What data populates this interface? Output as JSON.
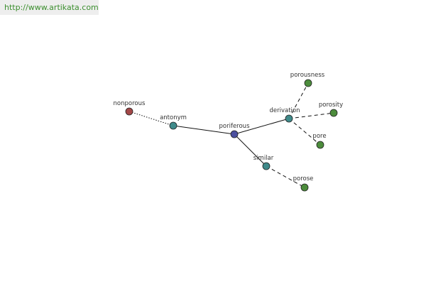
{
  "banner": {
    "url": "http://www.artikata.com"
  },
  "colors": {
    "root": "#4b4f9e",
    "relation": "#3f8a8a",
    "word": "#4c8c3c",
    "antonym_word": "#a34848",
    "banner_text": "#3c8f2f",
    "banner_bg": "#eeeeee"
  },
  "graph": {
    "nodes": [
      {
        "id": "poriferous",
        "label": "poriferous",
        "kind": "root"
      },
      {
        "id": "antonym",
        "label": "antonym",
        "kind": "relation"
      },
      {
        "id": "nonporous",
        "label": "nonporous",
        "kind": "antonym_word"
      },
      {
        "id": "derivation",
        "label": "derivation",
        "kind": "relation"
      },
      {
        "id": "porousness",
        "label": "porousness",
        "kind": "word"
      },
      {
        "id": "porosity",
        "label": "porosity",
        "kind": "word"
      },
      {
        "id": "pore",
        "label": "pore",
        "kind": "word"
      },
      {
        "id": "similar",
        "label": "similar",
        "kind": "relation"
      },
      {
        "id": "porose",
        "label": "porose",
        "kind": "word"
      }
    ],
    "edges": [
      {
        "from": "poriferous",
        "to": "antonym",
        "style": "solid"
      },
      {
        "from": "antonym",
        "to": "nonporous",
        "style": "dotted"
      },
      {
        "from": "poriferous",
        "to": "derivation",
        "style": "solid"
      },
      {
        "from": "derivation",
        "to": "porousness",
        "style": "dashed"
      },
      {
        "from": "derivation",
        "to": "porosity",
        "style": "dashed"
      },
      {
        "from": "derivation",
        "to": "pore",
        "style": "dashed"
      },
      {
        "from": "poriferous",
        "to": "similar",
        "style": "solid"
      },
      {
        "from": "similar",
        "to": "porose",
        "style": "dashed"
      }
    ]
  }
}
